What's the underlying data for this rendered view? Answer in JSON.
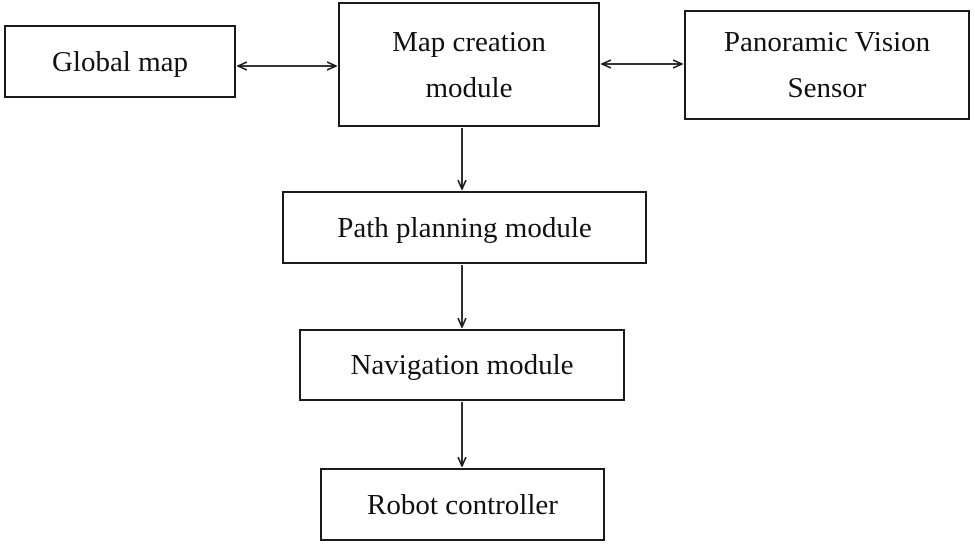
{
  "nodes": {
    "global_map": "Global map",
    "map_creation": "Map creation\nmodule",
    "panoramic_sensor": "Panoramic Vision\nSensor",
    "path_planning": "Path planning module",
    "navigation": "Navigation module",
    "robot_controller": "Robot controller"
  }
}
